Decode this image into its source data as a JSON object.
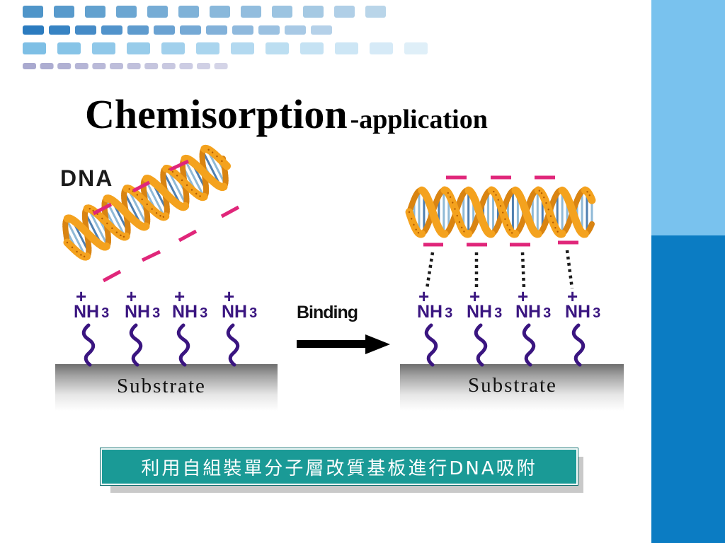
{
  "colors": {
    "tile_row1": "#4f95c9",
    "tile_row2": "#2b7bbf",
    "tile_row3": "#7ebfe5",
    "tile_row4": "#a9a9cf",
    "sidebar_top": "#79c2ee",
    "sidebar_bottom": "#0b7cc3",
    "charge_pink": "#e0267a",
    "amine_purple": "#3a1580",
    "caption_bg": "#1a9a96",
    "dna_orange": "#f4a21e"
  },
  "title": {
    "main": "Chemisorption",
    "sub": "-application"
  },
  "dna_label": "DNA",
  "amine": {
    "plus": "+",
    "group": "NH",
    "subscript": "3"
  },
  "arrow_label": "Binding",
  "substrate_label": "Substrate",
  "caption": "利用自組裝單分子層改質基板進行DNA吸附",
  "icons": [
    "dna-helix-icon",
    "arrow-right-icon",
    "substrate-block-icon"
  ]
}
